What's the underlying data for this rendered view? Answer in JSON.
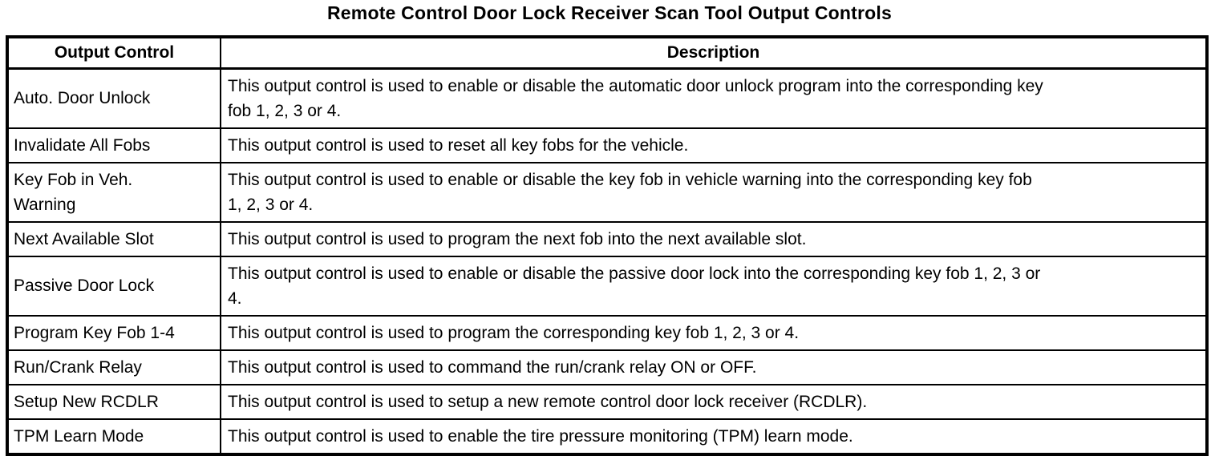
{
  "title": "Remote Control Door Lock Receiver Scan Tool Output Controls",
  "table": {
    "headers": [
      "Output Control",
      "Description"
    ],
    "rows": [
      {
        "control": "Auto. Door Unlock",
        "description": "This output control is used to enable or disable the automatic door unlock program into the corresponding key\nfob 1, 2, 3 or 4."
      },
      {
        "control": "Invalidate All Fobs",
        "description": "This output control is used to reset all key fobs for the vehicle."
      },
      {
        "control": "Key Fob in Veh.\nWarning",
        "description": "This output control is used to enable or disable the key fob in vehicle warning into the corresponding key fob\n1, 2, 3 or 4."
      },
      {
        "control": "Next Available Slot",
        "description": "This output control is used to program the next fob into the next available slot."
      },
      {
        "control": "Passive Door Lock",
        "description": "This output control is used to enable or disable the passive door lock into the corresponding key fob 1, 2, 3 or\n4."
      },
      {
        "control": "Program Key Fob 1-4",
        "description": "This output control is used to program the corresponding key fob 1, 2, 3 or 4."
      },
      {
        "control": "Run/Crank Relay",
        "description": "This output control is used to command the run/crank relay ON or OFF."
      },
      {
        "control": "Setup New RCDLR",
        "description": "This output control is used to setup a new remote control door lock receiver (RCDLR)."
      },
      {
        "control": "TPM Learn Mode",
        "description": "This output control is used to enable the tire pressure monitoring (TPM) learn mode."
      }
    ]
  }
}
